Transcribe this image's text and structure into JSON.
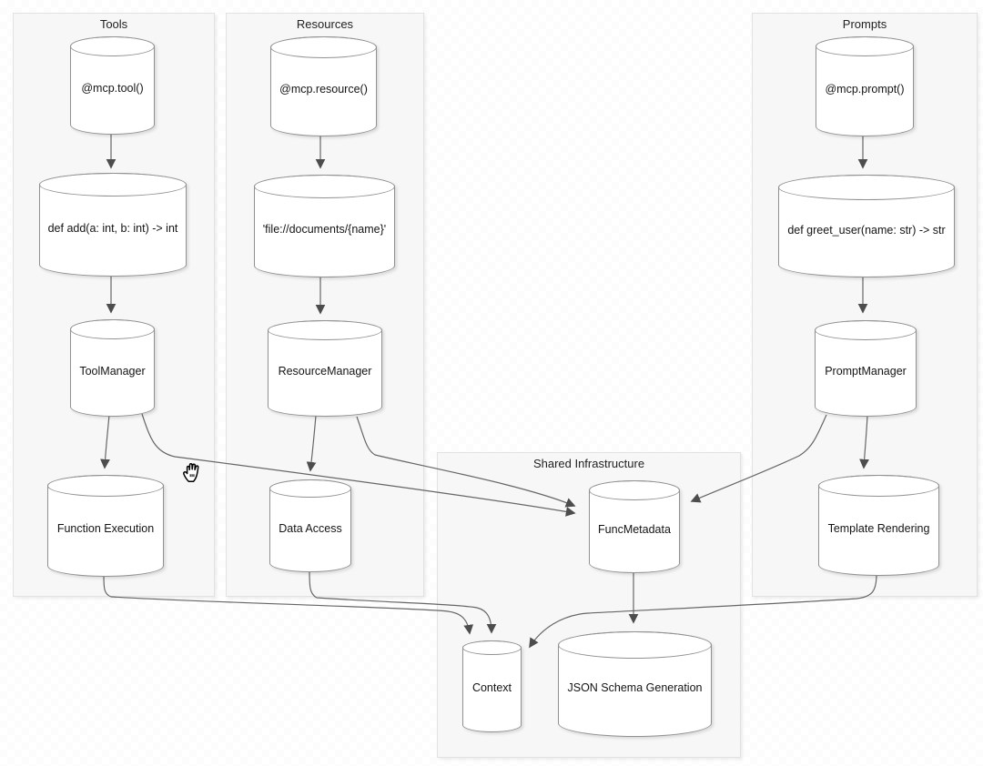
{
  "diagram": {
    "groups": {
      "tools": {
        "title": "Tools"
      },
      "resources": {
        "title": "Resources"
      },
      "prompts": {
        "title": "Prompts"
      },
      "shared": {
        "title": "Shared Infrastructure"
      }
    },
    "nodes": {
      "tool_decorator": {
        "label": "@mcp.tool()"
      },
      "add_fn": {
        "label": "def add(a: int, b: int) -> int"
      },
      "tool_manager": {
        "label": "ToolManager"
      },
      "function_execution": {
        "label": "Function Execution"
      },
      "resource_decorator": {
        "label": "@mcp.resource()"
      },
      "resource_uri": {
        "label": "'file://documents/{name}'"
      },
      "resource_manager": {
        "label": "ResourceManager"
      },
      "data_access": {
        "label": "Data Access"
      },
      "prompt_decorator": {
        "label": "@mcp.prompt()"
      },
      "greet_fn": {
        "label": "def greet_user(name: str) -> str"
      },
      "prompt_manager": {
        "label": "PromptManager"
      },
      "template_rendering": {
        "label": "Template Rendering"
      },
      "func_metadata": {
        "label": "FuncMetadata"
      },
      "context": {
        "label": "Context"
      },
      "json_schema": {
        "label": "JSON Schema Generation"
      }
    },
    "edges": [
      "tool_decorator -> add_fn",
      "add_fn -> tool_manager",
      "tool_manager -> function_execution",
      "tool_manager -> func_metadata",
      "resource_decorator -> resource_uri",
      "resource_uri -> resource_manager",
      "resource_manager -> data_access",
      "resource_manager -> func_metadata",
      "prompt_decorator -> greet_fn",
      "greet_fn -> prompt_manager",
      "prompt_manager -> template_rendering",
      "prompt_manager -> func_metadata",
      "function_execution -> context",
      "data_access -> context",
      "template_rendering -> context",
      "func_metadata -> json_schema"
    ],
    "cursor": {
      "icon": "grab-hand-cursor"
    },
    "colors": {
      "background": "#ffffff",
      "group_fill": "#f7f7f7",
      "group_border": "#e2e2e2",
      "node_fill": "#ffffff",
      "node_border": "#919191",
      "edge": "#666666",
      "arrowhead": "#4d4d4d",
      "text": "#141414"
    }
  }
}
